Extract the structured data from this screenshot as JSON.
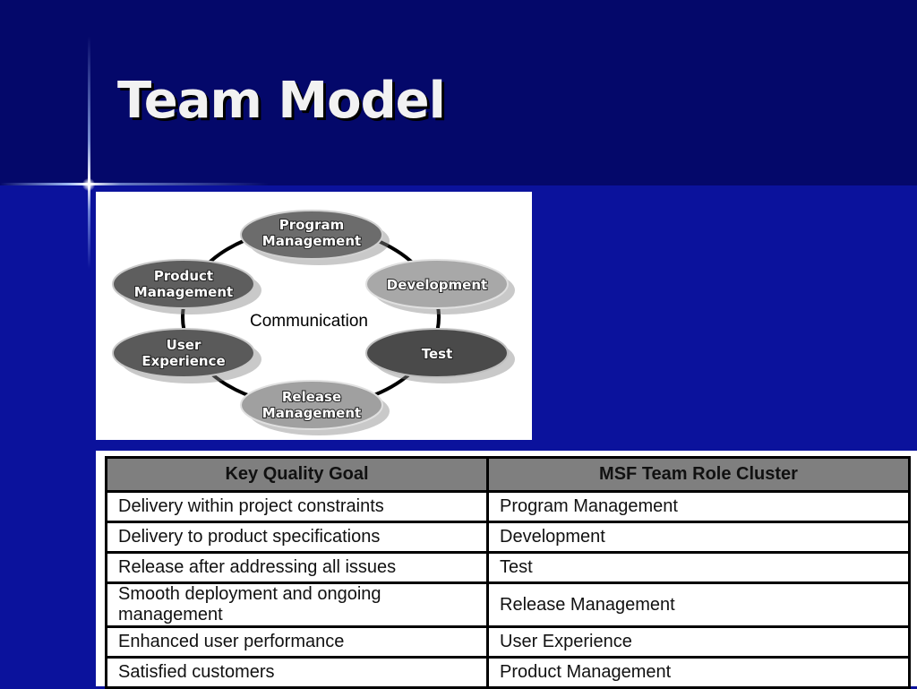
{
  "slide": {
    "title": "Team Model"
  },
  "diagram": {
    "center_label": "Communication",
    "roles": [
      {
        "line1": "Program",
        "line2": "Management"
      },
      {
        "line1": "Development",
        "line2": ""
      },
      {
        "line1": "Test",
        "line2": ""
      },
      {
        "line1": "Release",
        "line2": "Management"
      },
      {
        "line1": "User",
        "line2": "Experience"
      },
      {
        "line1": "Product",
        "line2": "Management"
      }
    ]
  },
  "table": {
    "headers": [
      "Key Quality Goal",
      "MSF Team Role Cluster"
    ],
    "rows": [
      [
        "Delivery within project constraints",
        "Program Management"
      ],
      [
        "Delivery to product specifications",
        "Development"
      ],
      [
        "Release after addressing all issues",
        "Test"
      ],
      [
        "Smooth deployment and ongoing management",
        "Release Management"
      ],
      [
        "Enhanced user performance",
        "User Experience"
      ],
      [
        "Satisfied customers",
        "Product Management"
      ]
    ]
  },
  "colors": {
    "background": "#0b129c",
    "header_band": "#04086a",
    "title_text": "#f2f2f2",
    "role_dark": "#4a4a4a",
    "role_medium": "#6c6c6c",
    "role_light": "#a8a8a8",
    "table_header": "#7f7f7f"
  }
}
